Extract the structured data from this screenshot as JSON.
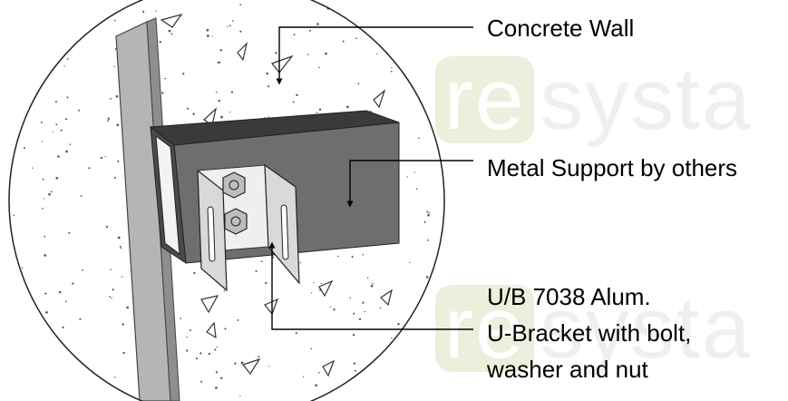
{
  "watermark": {
    "logo_re": "re",
    "logo_rest": "systa"
  },
  "labels": {
    "concrete_wall": "Concrete Wall",
    "metal_support": "Metal Support by others",
    "bracket_line1": "U/B 7038 Alum.",
    "bracket_line2": "U-Bracket with bolt,",
    "bracket_line3": "washer and nut"
  },
  "colors": {
    "beam_front": "#6e6e6e",
    "beam_top": "#3a3a3a",
    "wall_strip": "#b5b5b5",
    "bracket": "#d9d9d9",
    "leader": "#000000"
  }
}
